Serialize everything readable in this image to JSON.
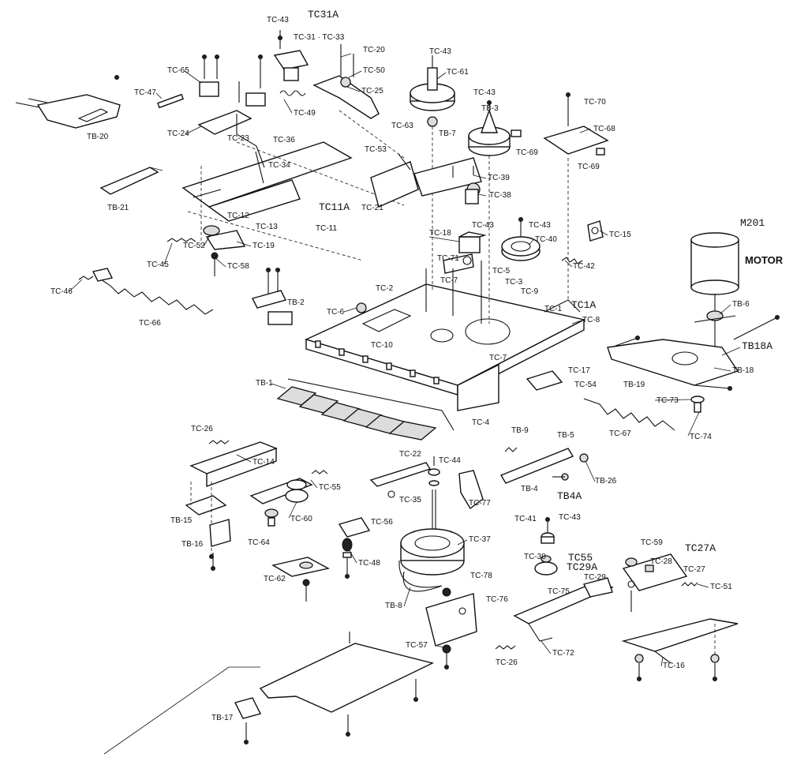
{
  "diagram": {
    "motor_label": "MOTOR",
    "labels": {
      "tc43_top": "TC-43",
      "tc31a": "TC31A",
      "tc31_33": "TC-31 · TC-33",
      "tc20": "TC-20",
      "tc50": "TC-50",
      "tc25": "TC-25",
      "tc43_b": "TC-43",
      "tc61": "TC-61",
      "tc43_c": "TC-43",
      "tb3": "TB-3",
      "tc70": "TC-70",
      "tc68": "TC-68",
      "tc69a": "TC-69",
      "tc69b": "TC-69",
      "tc65": "TC-65",
      "tc47": "TC-47",
      "tc49": "TC-49",
      "tc63": "TC-63",
      "tb7": "TB-7",
      "tb20": "TB-20",
      "tc24": "TC-24",
      "tc23": "TC-23",
      "tc36": "TC-36",
      "tc34": "TC-34",
      "tc53": "TC-53",
      "tc39": "TC-39",
      "tc38": "TC-38",
      "tb21": "TB-21",
      "tc11a": "TC11A",
      "tc21": "TC-21",
      "tc12": "TC-12",
      "tc13": "TC-13",
      "tc11": "TC-11",
      "tc43_d": "TC-43",
      "tc43_e": "TC-43",
      "m201": "M201",
      "tc18": "TC-18",
      "tc40": "TC-40",
      "tc15": "TC-15",
      "tc45": "TC-45",
      "tc52": "TC-52",
      "tc19": "TC-19",
      "tc58": "TC-58",
      "tc71": "TC-71",
      "tc42": "TC-42",
      "tc7": "TC-7",
      "tc5": "TC-5",
      "tc46": "TC-46",
      "tc2": "TC-2",
      "tc3": "TC-3",
      "tc9": "TC-9",
      "tb2": "TB-2",
      "tc1a": "TC1A",
      "tc1": "TC-1",
      "tb6": "TB-6",
      "tc66": "TC-66",
      "tc6": "TC-6",
      "tc8": "TC-8",
      "tc10": "TC-10",
      "tc7b": "TC-7",
      "tb18a": "TB18A",
      "tb18": "TB-18",
      "tc17": "TC-17",
      "tb1": "TB-1",
      "tc54": "TC-54",
      "tb19": "TB-19",
      "tc73": "TC-73",
      "tc4": "TC-4",
      "tc74": "TC-74",
      "tc67": "TC-67",
      "tc26a": "TC-26",
      "tb9": "TB-9",
      "tb5": "TB-5",
      "tc14": "TC-14",
      "tc22": "TC-22",
      "tc44": "TC-44",
      "tb26": "TB-26",
      "tb4": "TB-4",
      "tb4a": "TB4A",
      "tc55": "TC-55",
      "tc35": "TC-35",
      "tc77": "TC-77",
      "tb15": "TB-15",
      "tc60": "TC-60",
      "tc56": "TC-56",
      "tc64": "TC-64",
      "tb16": "TB-16",
      "tc37": "TC-37",
      "tc41": "TC-41",
      "tc43_f": "TC-43",
      "tc59": "TC-59",
      "tc27a": "TC27A",
      "tc48": "TC-48",
      "tc30": "TC-30",
      "tc55b": "TC55",
      "tc29a": "TC29A",
      "tc28": "TC-28",
      "tc27": "TC-27",
      "tc62": "TC-62",
      "tc78": "TC-78",
      "tc29": "TC-29",
      "tc75": "TC-75",
      "tc51": "TC-51",
      "tc76": "TC-76",
      "tb8": "TB-8",
      "tc57": "TC-57",
      "tc26b": "TC-26",
      "tc72": "TC-72",
      "tc16": "TC-16",
      "tb17": "TB-17"
    }
  }
}
